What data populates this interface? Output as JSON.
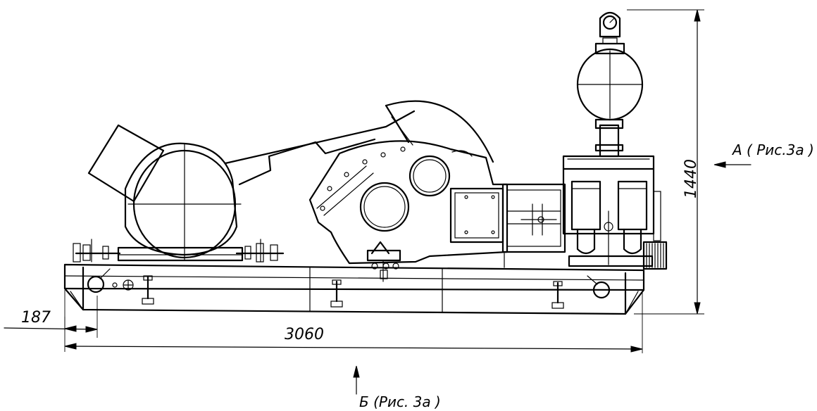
{
  "dimensions": {
    "overall_length": "3060",
    "offset": "187",
    "height": "1440"
  },
  "views": {
    "view_a": "А ( Рис.3а )",
    "view_b": "Б  (Рис. 3а )"
  },
  "colors": {
    "line": "#000000",
    "background": "#ffffff"
  }
}
